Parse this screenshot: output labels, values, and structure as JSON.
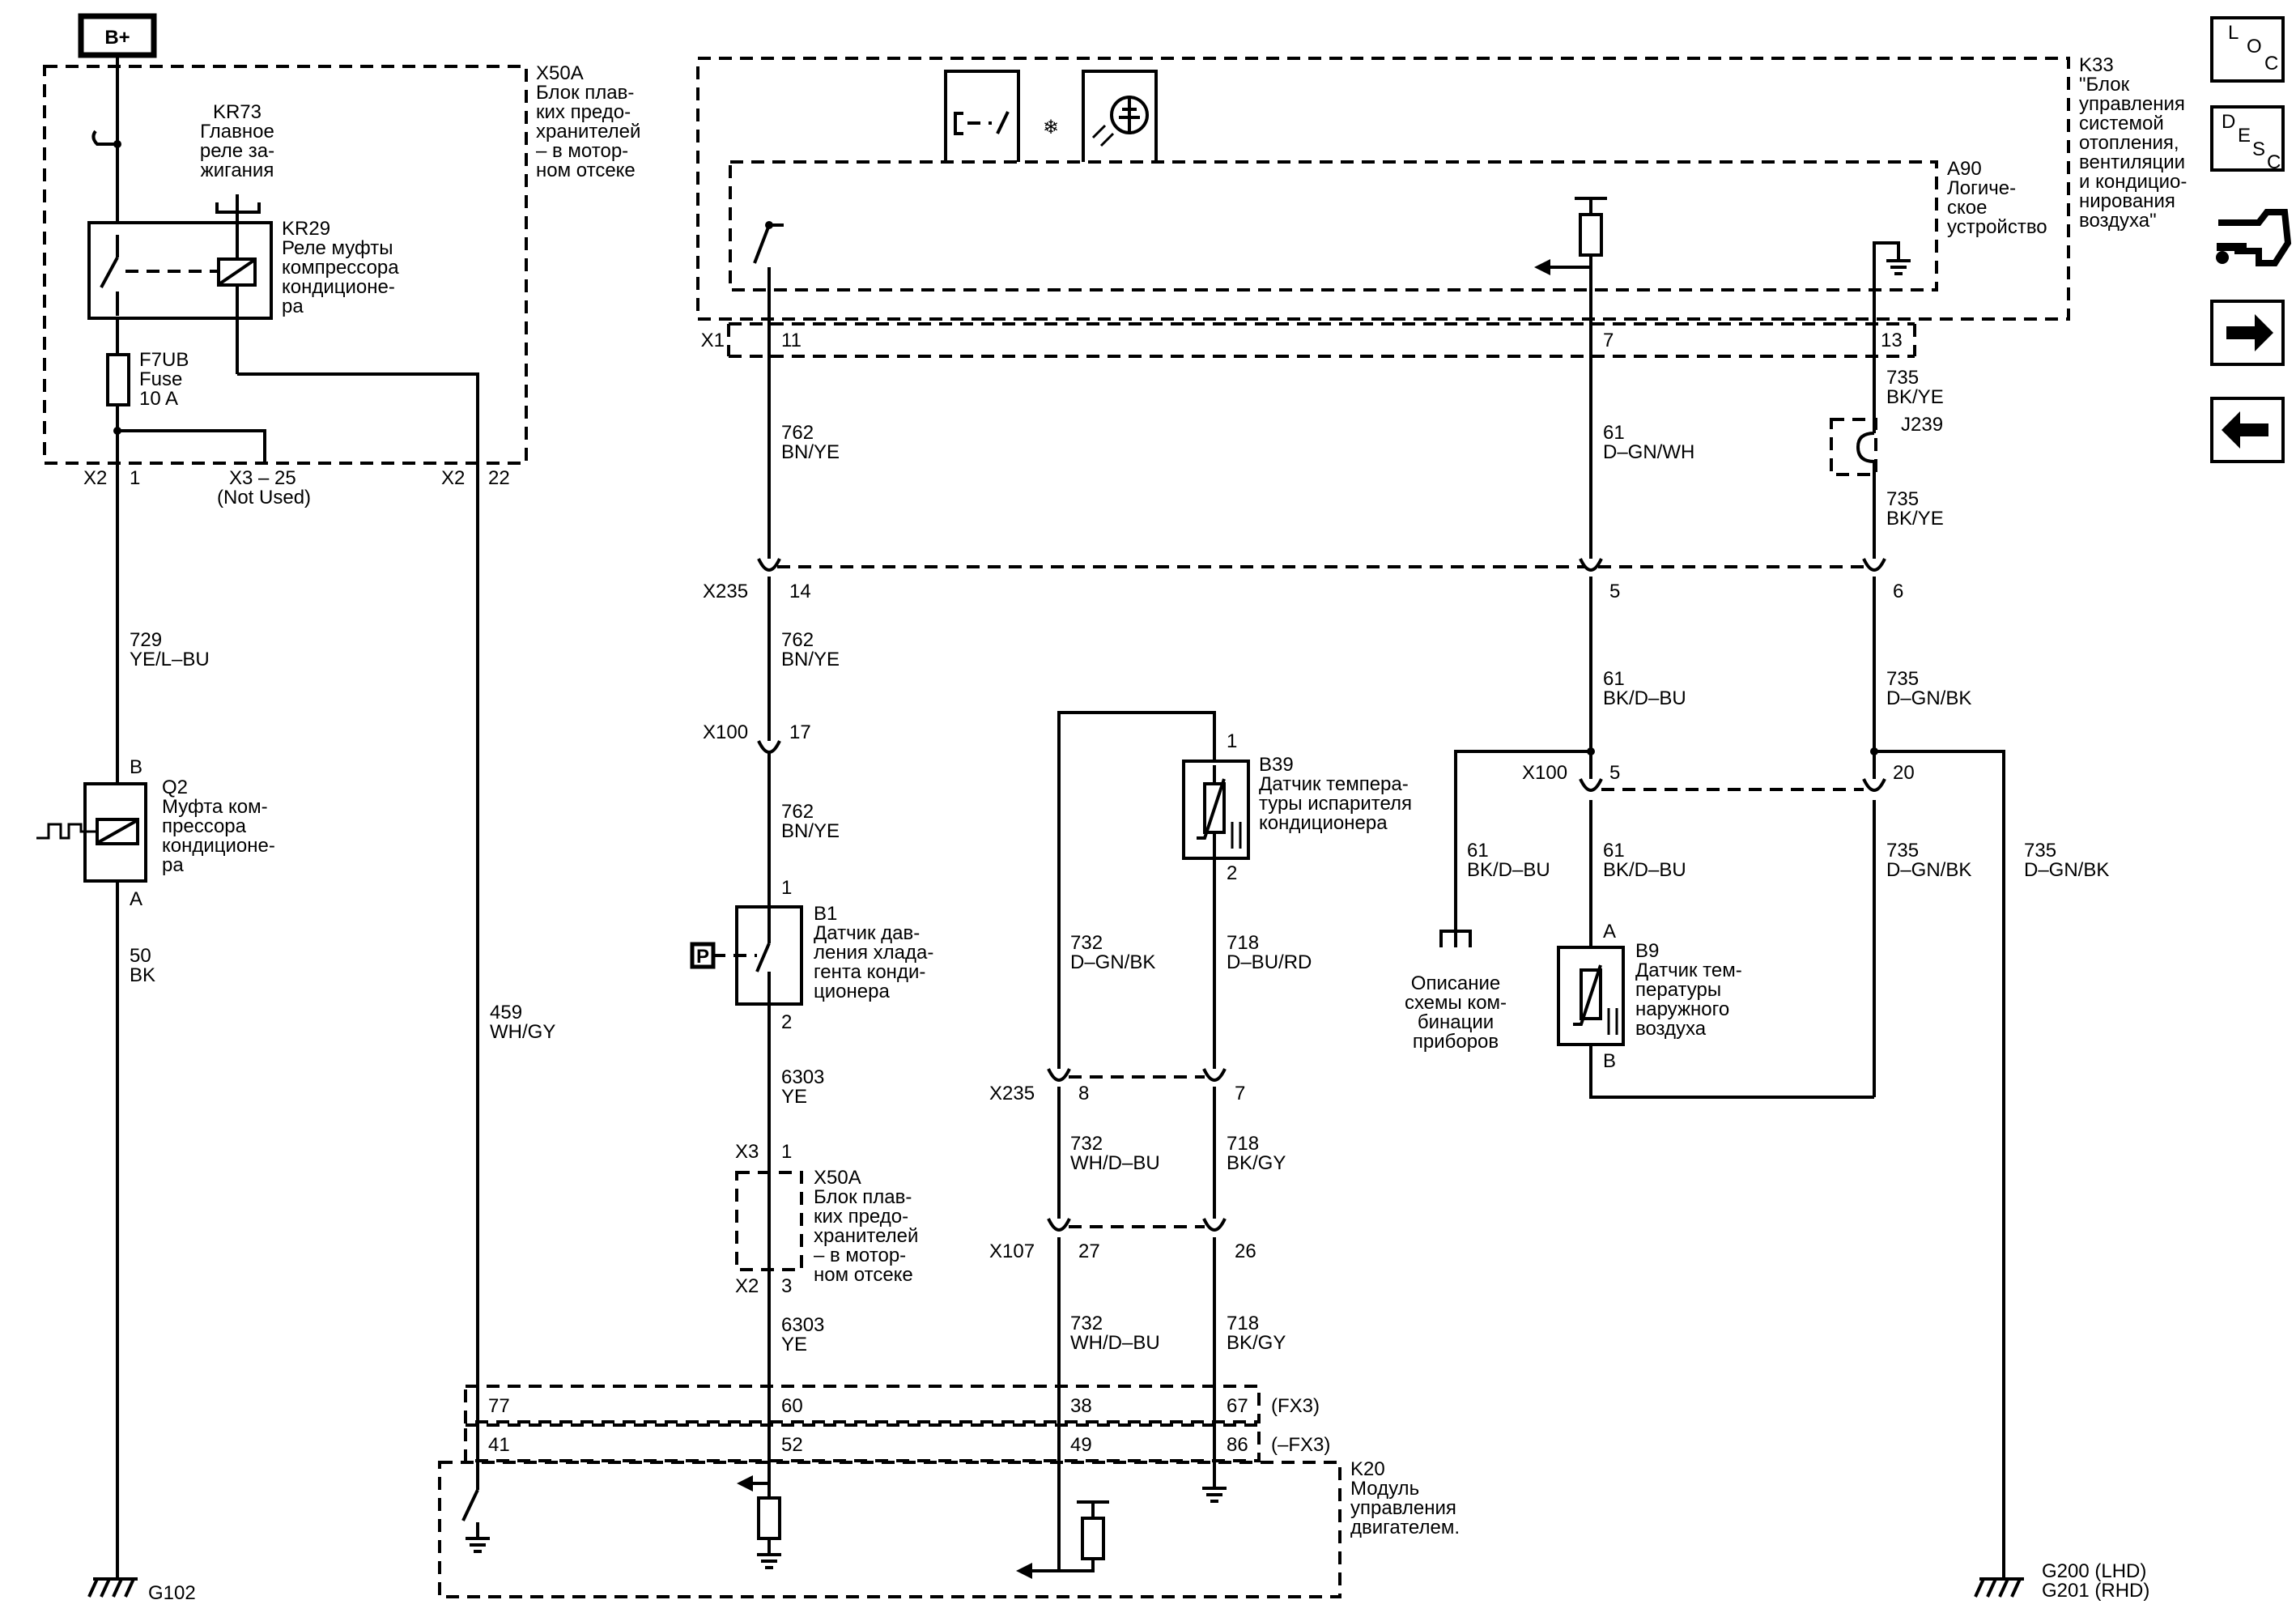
{
  "power": {
    "label": "B+"
  },
  "fuse_block": {
    "id": "X50A",
    "desc": [
      "Блок плав-",
      "ких предо-",
      "хранителей",
      "– в мотор-",
      "ном отсеке"
    ]
  },
  "relay_ign": {
    "id": "KR73",
    "desc": [
      "Главное",
      "реле за-",
      "жигания"
    ]
  },
  "relay_ac": {
    "id": "KR29",
    "desc": [
      "Реле муфты",
      "компрессора",
      "кондиционе-",
      "ра"
    ]
  },
  "fuse": {
    "id": "F7UB",
    "line2": "Fuse",
    "rating": "10 A"
  },
  "conn": {
    "x2": "X2",
    "x2_p1": "1",
    "x2_p22": "22",
    "x3_25": "X3 – 25",
    "not_used": "(Not Used)",
    "x1": "X1",
    "x1_p11": "11",
    "x1_p7": "7",
    "x1_p13": "13",
    "x235": "X235",
    "x235_p14": "14",
    "x235_p5": "5",
    "x235_p6": "6",
    "x100": "X100",
    "x100_p17": "17",
    "x100_p5": "5",
    "x100_p20": "20",
    "x235b": "X235",
    "x235b_p8": "8",
    "x235b_p7": "7",
    "x107": "X107",
    "x107_p27": "27",
    "x107_p26": "26",
    "x3": "X3",
    "x3_p1": "1",
    "x2b": "X2",
    "x2b_p3": "3"
  },
  "wires": {
    "w729": {
      "num": "729",
      "color": "YE/L–BU"
    },
    "w50": {
      "num": "50",
      "color": "BK"
    },
    "w459": {
      "num": "459",
      "color": "WH/GY"
    },
    "w762a": {
      "num": "762",
      "color": "BN/YE"
    },
    "w762b": {
      "num": "762",
      "color": "BN/YE"
    },
    "w762c": {
      "num": "762",
      "color": "BN/YE"
    },
    "w6303a": {
      "num": "6303",
      "color": "YE"
    },
    "w6303b": {
      "num": "6303",
      "color": "YE"
    },
    "w61a": {
      "num": "61",
      "color": "D–GN/WH"
    },
    "w61b": {
      "num": "61",
      "color": "BK/D–BU"
    },
    "w61c": {
      "num": "61",
      "color": "BK/D–BU"
    },
    "w61d": {
      "num": "61",
      "color": "BK/D–BU"
    },
    "w735a": {
      "num": "735",
      "color": "BK/YE"
    },
    "w735b": {
      "num": "735",
      "color": "BK/YE"
    },
    "w735c": {
      "num": "735",
      "color": "D–GN/BK"
    },
    "w735d": {
      "num": "735",
      "color": "D–GN/BK"
    },
    "w735e": {
      "num": "735",
      "color": "D–GN/BK"
    },
    "w732a": {
      "num": "732",
      "color": "D–GN/BK"
    },
    "w732b": {
      "num": "732",
      "color": "WH/D–BU"
    },
    "w732c": {
      "num": "732",
      "color": "WH/D–BU"
    },
    "w718a": {
      "num": "718",
      "color": "D–BU/RD"
    },
    "w718b": {
      "num": "718",
      "color": "BK/GY"
    },
    "w718c": {
      "num": "718",
      "color": "BK/GY"
    }
  },
  "clutch": {
    "id": "Q2",
    "desc": [
      "Муфта ком-",
      "прессора",
      "кондиционе-",
      "ра"
    ],
    "pin_b": "B",
    "pin_a": "A"
  },
  "hvac": {
    "id": "K33",
    "desc": [
      "\"Блок",
      "управления",
      "системой",
      "отопления,",
      "вентиляции",
      "и кондицио-",
      "нирования",
      "воздуха\""
    ]
  },
  "logic": {
    "id": "A90",
    "desc": [
      "Логиче-",
      "ское",
      "устройство"
    ]
  },
  "j239": {
    "id": "J239"
  },
  "pressure": {
    "id": "B1",
    "desc": [
      "Датчик дав-",
      "ления хлада-",
      "гента конди-",
      "ционера"
    ],
    "pin1": "1",
    "pin2": "2",
    "p_label": "P"
  },
  "fuse_block2": {
    "id": "X50A",
    "desc": [
      "Блок плав-",
      "ких предо-",
      "хранителей",
      "– в мотор-",
      "ном отсеке"
    ]
  },
  "evap": {
    "id": "B39",
    "desc": [
      "Датчик темпера-",
      "туры испарителя",
      "кондиционера"
    ],
    "pin1": "1",
    "pin2": "2"
  },
  "ambient": {
    "id": "B9",
    "desc": [
      "Датчик тем-",
      "пературы",
      "наружного",
      "воздуха"
    ],
    "pin_a": "A",
    "pin_b": "B"
  },
  "cluster_ref": {
    "desc": [
      "Описание",
      "схемы ком-",
      "бинации",
      "приборов"
    ]
  },
  "ecm": {
    "id": "K20",
    "desc": [
      "Модуль",
      "управления",
      "двигателем."
    ],
    "fx3": "(FX3)",
    "nfx3": "(–FX3)",
    "p77": "77",
    "p60": "60",
    "p38": "38",
    "p67": "67",
    "p41": "41",
    "p52": "52",
    "p49": "49",
    "p86": "86"
  },
  "grounds": {
    "g102": "G102",
    "g200": "G200 (LHD)",
    "g201": "G201 (RHD)"
  },
  "nav": {
    "loc": [
      "L",
      "O",
      "C"
    ],
    "desc": [
      "D",
      "E",
      "S",
      "C"
    ]
  }
}
